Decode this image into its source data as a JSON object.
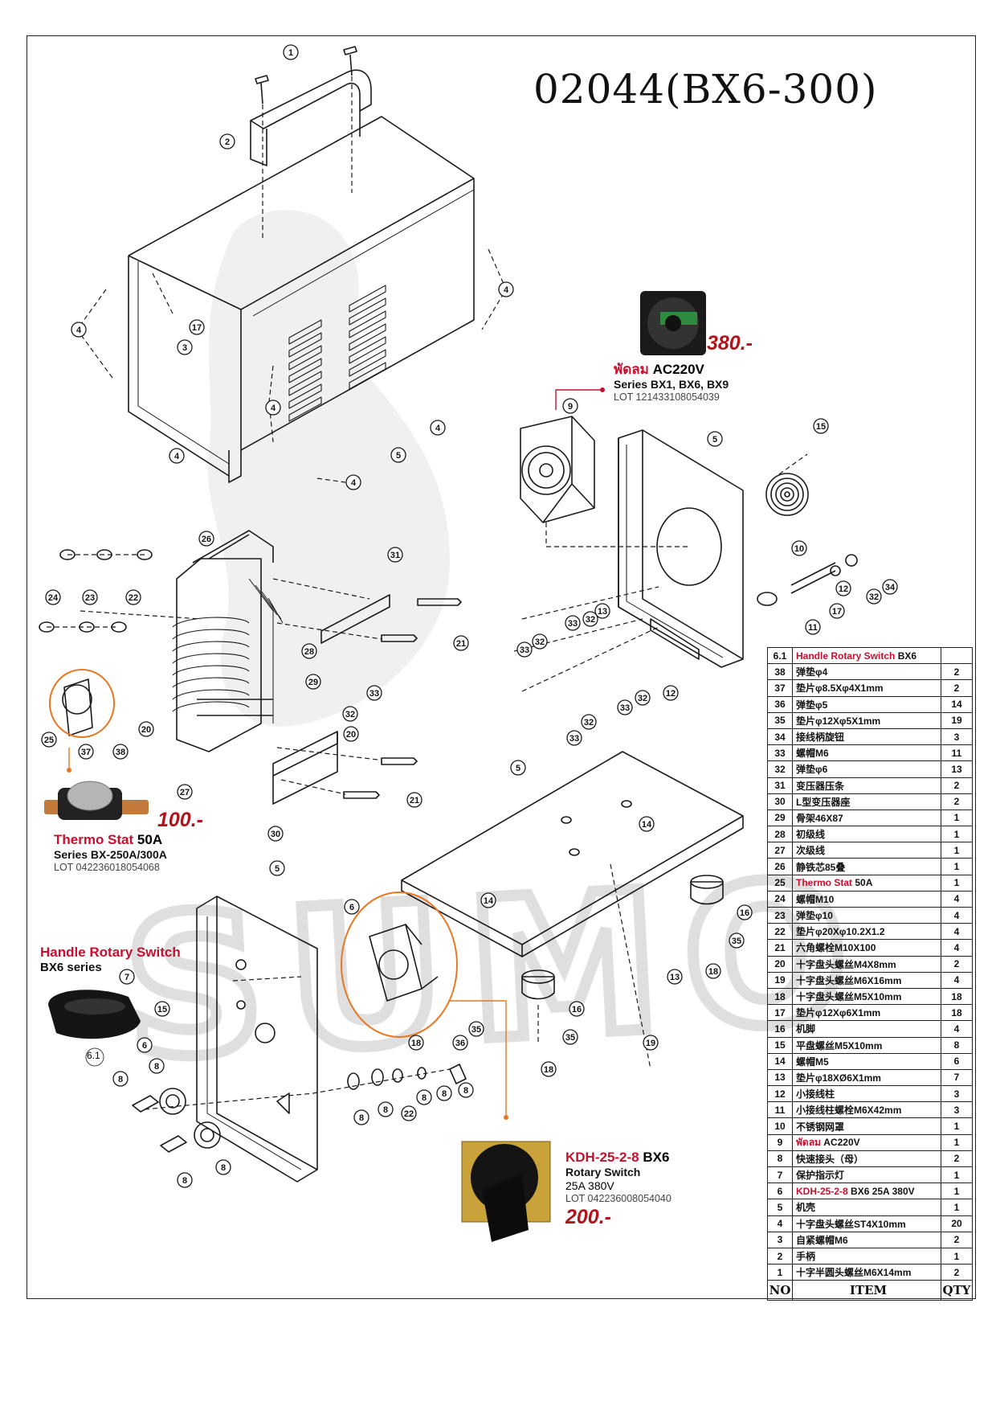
{
  "title": "02044(BX6-300)",
  "watermark": "SUMO",
  "colors": {
    "accent_red": "#c8102e",
    "price_red": "#b0141c",
    "switch_orange": "#e87722",
    "line": "#1a1a1a",
    "watermark": "#d9d9d9"
  },
  "fan_callout": {
    "price": "380.-",
    "name_thai": "พัดลม",
    "name": "AC220V",
    "series": "Series BX1, BX6, BX9",
    "lot": "LOT 121433108054039"
  },
  "thermo_callout": {
    "price": "100.-",
    "name": "Thermo Stat",
    "rating": "50A",
    "series": "Series BX-250A/300A",
    "lot": "LOT 042236018054068"
  },
  "handle_callout": {
    "name": "Handle Rotary Switch",
    "series": "BX6 series",
    "ref": "6.1"
  },
  "switch_callout": {
    "code": "KDH-25-2-8",
    "model": "BX6",
    "name": "Rotary Switch",
    "rating": "25A 380V",
    "lot": "LOT 042236008054040",
    "price": "200.-"
  },
  "parts_table": {
    "header": {
      "no": "NO",
      "item": "ITEM",
      "qty": "QTY"
    },
    "rows": [
      {
        "no": "6.1",
        "item_red": "Handle Rotary Switch",
        "item": " BX6",
        "qty": ""
      },
      {
        "no": "38",
        "item": "弹垫φ4",
        "qty": "2"
      },
      {
        "no": "37",
        "item": "垫片φ8.5Xφ4X1mm",
        "qty": "2"
      },
      {
        "no": "36",
        "item": "弹垫φ5",
        "qty": "14"
      },
      {
        "no": "35",
        "item": "垫片φ12Xφ5X1mm",
        "qty": "19"
      },
      {
        "no": "34",
        "item": "接线柄旋钮",
        "qty": "3"
      },
      {
        "no": "33",
        "item": "螺帽M6",
        "qty": "11"
      },
      {
        "no": "32",
        "item": "弹垫φ6",
        "qty": "13"
      },
      {
        "no": "31",
        "item": "变压器压条",
        "qty": "2"
      },
      {
        "no": "30",
        "item": "L型变压器座",
        "qty": "2"
      },
      {
        "no": "29",
        "item": "骨架46X87",
        "qty": "1"
      },
      {
        "no": "28",
        "item": "初级线",
        "qty": "1"
      },
      {
        "no": "27",
        "item": "次级线",
        "qty": "1"
      },
      {
        "no": "26",
        "item": "静铁芯85叠",
        "qty": "1"
      },
      {
        "no": "25",
        "item_red": "Thermo Stat",
        "item": " 50A",
        "qty": "1"
      },
      {
        "no": "24",
        "item": "螺帽M10",
        "qty": "4"
      },
      {
        "no": "23",
        "item": "弹垫φ10",
        "qty": "4"
      },
      {
        "no": "22",
        "item": "垫片φ20Xφ10.2X1.2",
        "qty": "4"
      },
      {
        "no": "21",
        "item": "六角螺栓M10X100",
        "qty": "4"
      },
      {
        "no": "20",
        "item": "十字盘头螺丝M4X8mm",
        "qty": "2"
      },
      {
        "no": "19",
        "item": "十字盘头螺丝M6X16mm",
        "qty": "4"
      },
      {
        "no": "18",
        "item": "十字盘头螺丝M5X10mm",
        "qty": "18"
      },
      {
        "no": "17",
        "item": "垫片φ12Xφ6X1mm",
        "qty": "18"
      },
      {
        "no": "16",
        "item": "机脚",
        "qty": "4"
      },
      {
        "no": "15",
        "item": "平盘螺丝M5X10mm",
        "qty": "8"
      },
      {
        "no": "14",
        "item": "螺帽M5",
        "qty": "6"
      },
      {
        "no": "13",
        "item": "垫片φ18XØ6X1mm",
        "qty": "7"
      },
      {
        "no": "12",
        "item": "小接线柱",
        "qty": "3"
      },
      {
        "no": "11",
        "item": "小接线柱螺栓M6X42mm",
        "qty": "3"
      },
      {
        "no": "10",
        "item": "不锈钢网罩",
        "qty": "1"
      },
      {
        "no": "9",
        "item_red": "พัดลม",
        "item": " AC220V",
        "qty": "1"
      },
      {
        "no": "8",
        "item": "快速接头（母）",
        "qty": "2"
      },
      {
        "no": "7",
        "item": "保护指示灯",
        "qty": "1"
      },
      {
        "no": "6",
        "item_red": "KDH-25-2-8",
        "item": " BX6 25A 380V",
        "qty": "1"
      },
      {
        "no": "5",
        "item": "机壳",
        "qty": "1"
      },
      {
        "no": "4",
        "item": "十字盘头螺丝ST4X10mm",
        "qty": "20"
      },
      {
        "no": "3",
        "item": "自紧螺帽M6",
        "qty": "2"
      },
      {
        "no": "2",
        "item": "手柄",
        "qty": "1"
      },
      {
        "no": "1",
        "item": "十字半圆头螺丝M6X14mm",
        "qty": "2"
      }
    ]
  }
}
